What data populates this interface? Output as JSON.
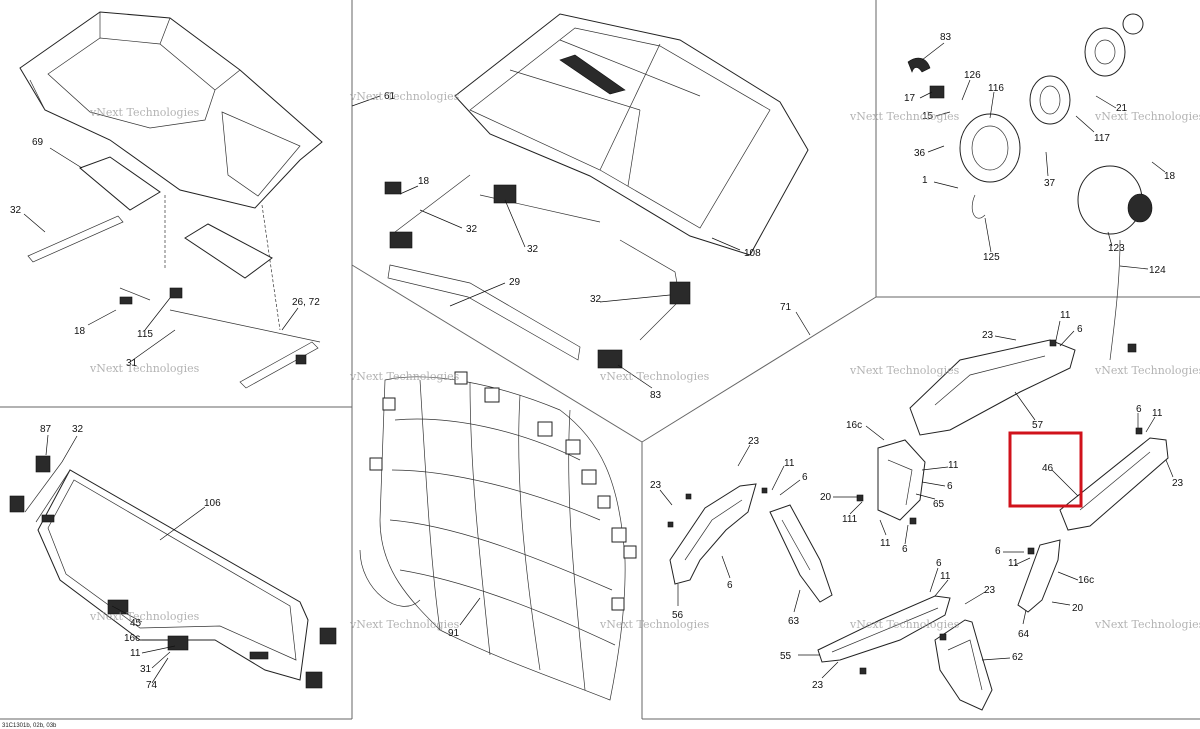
{
  "diagram": {
    "drawing_code": "31C1301b, 02b, 03b",
    "highlight_color": "#d0121b",
    "highlighted_part": "46",
    "watermark": "vNext Technologies",
    "callouts": {
      "c83a": "83",
      "c126": "126",
      "c116": "116",
      "c17": "17",
      "c15": "15",
      "c36": "36",
      "c1": "1",
      "c37": "37",
      "c117": "117",
      "c21": "21",
      "c18a": "18",
      "c123": "123",
      "c125": "125",
      "c124": "124",
      "c61": "61",
      "c18b": "18",
      "c32a": "32",
      "c32b": "32",
      "c29": "29",
      "c32c": "32",
      "c83b": "83",
      "c108": "108",
      "c71": "71",
      "c69": "69",
      "c32d": "32",
      "c18c": "18",
      "c115": "115",
      "c31a": "31",
      "c2672": "26, 72",
      "c87": "87",
      "c32e": "32",
      "c106": "106",
      "c45": "45",
      "c16ca": "16c",
      "c11a": "11",
      "c31b": "31",
      "c74": "74",
      "c91": "91",
      "c23a": "23",
      "c11b": "11",
      "c6a": "6",
      "c57": "57",
      "c16cb": "16c",
      "c11c": "11",
      "c6b": "6",
      "c65": "65",
      "c111": "111",
      "c20a": "20",
      "c11d": "11",
      "c6c": "6",
      "c23b": "23",
      "c11e": "11",
      "c6d": "6",
      "c23c": "23",
      "c6e": "6",
      "c11f": "11",
      "c46": "46",
      "c23d": "23",
      "c6f": "6",
      "c11g": "11",
      "c16cc": "16c",
      "c20b": "20",
      "c64": "64",
      "c56": "56",
      "c63": "63",
      "c6g": "6",
      "c11h": "11",
      "c23e": "23",
      "c55": "55",
      "c23f": "23",
      "c62": "62",
      "c6h": "6"
    }
  }
}
